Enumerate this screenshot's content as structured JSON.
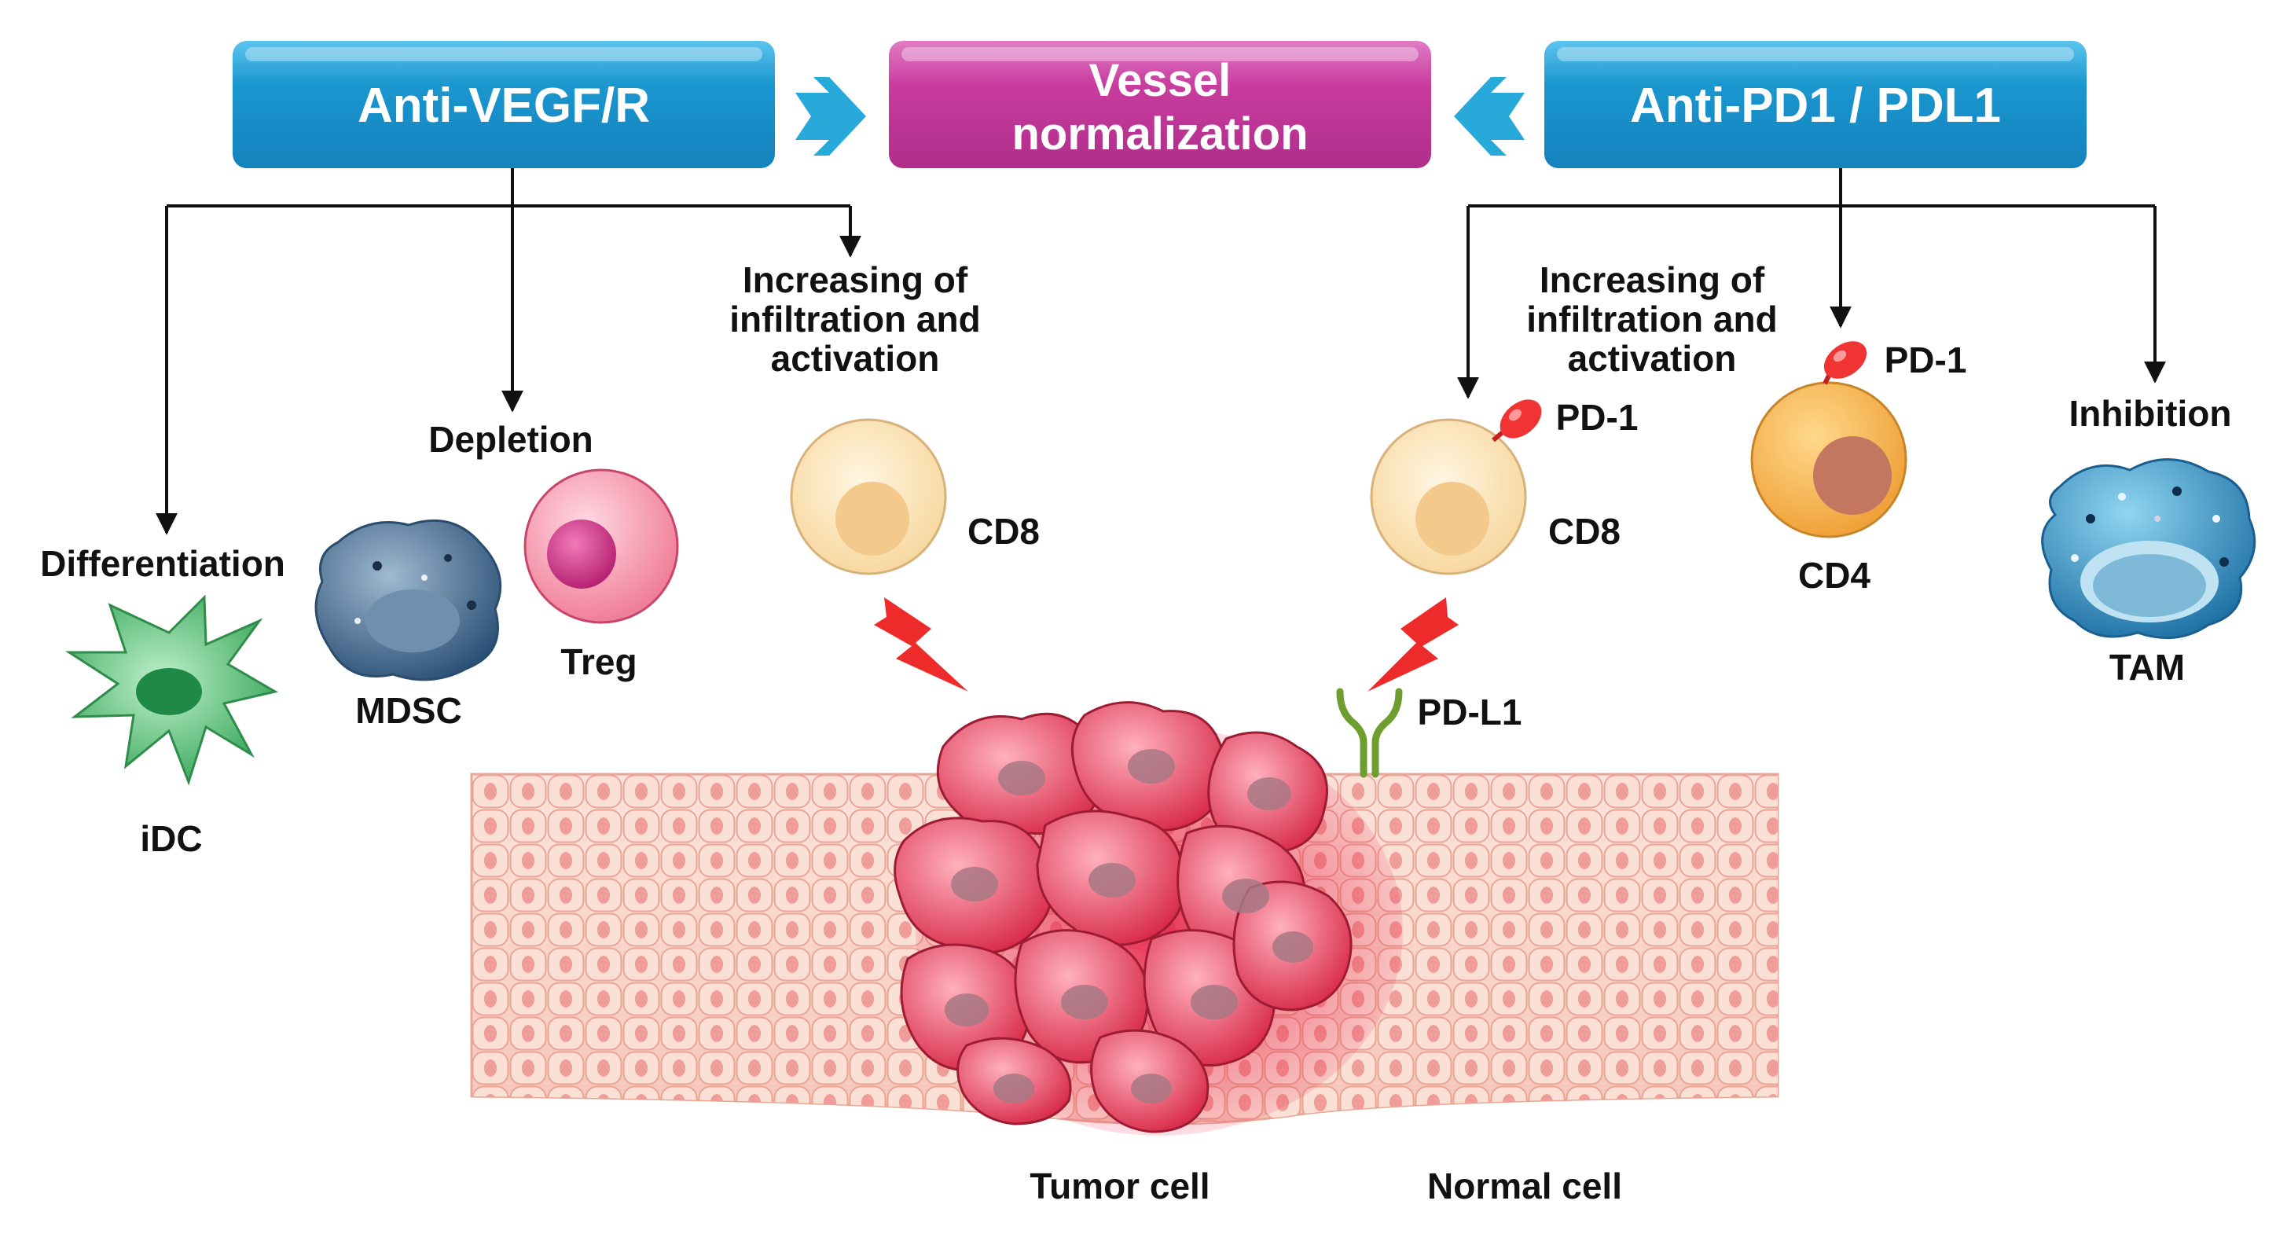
{
  "boxes": {
    "anti_vegf": {
      "label": "Anti-VEGF/R"
    },
    "vessel": {
      "line1": "Vessel",
      "line2": "normalization"
    },
    "anti_pd1": {
      "label": "Anti-PD1 / PDL1"
    }
  },
  "left": {
    "differentiation": "Differentiation",
    "depletion": "Depletion",
    "increasing": [
      "Increasing of",
      "infiltration and",
      "activation"
    ],
    "idc": "iDC",
    "mdsc": "MDSC",
    "treg": "Treg",
    "cd8": "CD8"
  },
  "right": {
    "increasing": [
      "Increasing of",
      "infiltration and",
      "activation"
    ],
    "pd1_a": "PD-1",
    "pd1_b": "PD-1",
    "cd8": "CD8",
    "cd4": "CD4",
    "inhibition": "Inhibition",
    "tam": "TAM",
    "pdl1": "PD-L1"
  },
  "bottom": {
    "tumor": "Tumor cell",
    "normal": "Normal cell"
  },
  "colors": {
    "blue_box": "#1a96cf",
    "magenta_box": "#c83c9e",
    "arrow_blue": "#27a9d9",
    "tumor": "#e23a55",
    "tissue": "#f8cfc4",
    "bolt": "#ee2b2b",
    "receptor": "#7ab03a"
  }
}
